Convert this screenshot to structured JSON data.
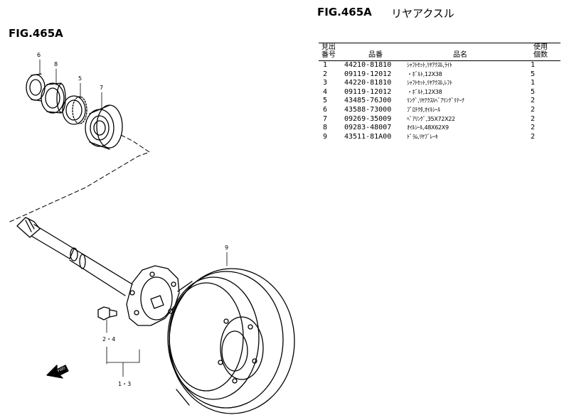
{
  "header": {
    "fig_code": "FIG.465A",
    "fig_title": "リヤアクスル"
  },
  "diagram": {
    "fig_label": "FIG.465A",
    "callouts": {
      "c6": "6",
      "c8": "8",
      "c5": "5",
      "c7": "7",
      "c9": "9",
      "c24": "2・4",
      "c13": "1・3"
    },
    "fwd_label": "FWD"
  },
  "table": {
    "headers": {
      "no": "見出\n番号",
      "part_no": "品番",
      "name": "品名",
      "qty": "使用\n個数"
    },
    "rows": [
      {
        "no": "1",
        "part_no": "44210-81810",
        "name": "ｼｬﾌﾄｾｯﾄ,ﾘﾔｱｸｽﾙ,ﾗｲﾄ",
        "qty": "1"
      },
      {
        "no": "2",
        "part_no": "09119-12012",
        "name": "・ﾎﾞﾙﾄ,12X38",
        "qty": "5"
      },
      {
        "no": "3",
        "part_no": "44220-81810",
        "name": "ｼｬﾌﾄｾｯﾄ,ﾘﾔｱｸｽﾙ,ﾚﾌﾄ",
        "qty": "1"
      },
      {
        "no": "4",
        "part_no": "09119-12012",
        "name": "・ﾎﾞﾙﾄ,12X38",
        "qty": "5"
      },
      {
        "no": "5",
        "part_no": "43485-76J00",
        "name": "ﾘﾝｸﾞ,ﾘﾔｱｸｽﾙﾍﾞｱﾘﾝｸﾞﾘﾃｰﾅ",
        "qty": "2"
      },
      {
        "no": "6",
        "part_no": "43588-73000",
        "name": "ﾌﾟﾛﾃｸﾀ,ｵｲﾙｼｰﾙ",
        "qty": "2"
      },
      {
        "no": "7",
        "part_no": "09269-35009",
        "name": "ﾍﾞｱﾘﾝｸﾞ,35X72X22",
        "qty": "2"
      },
      {
        "no": "8",
        "part_no": "09283-48007",
        "name": "ｵｲﾙｼｰﾙ,48X62X9",
        "qty": "2"
      },
      {
        "no": "9",
        "part_no": "43511-81A00",
        "name": "ﾄﾞﾗﾑ,ﾘﾔﾌﾞﾚｰｷ",
        "qty": "2"
      }
    ]
  }
}
